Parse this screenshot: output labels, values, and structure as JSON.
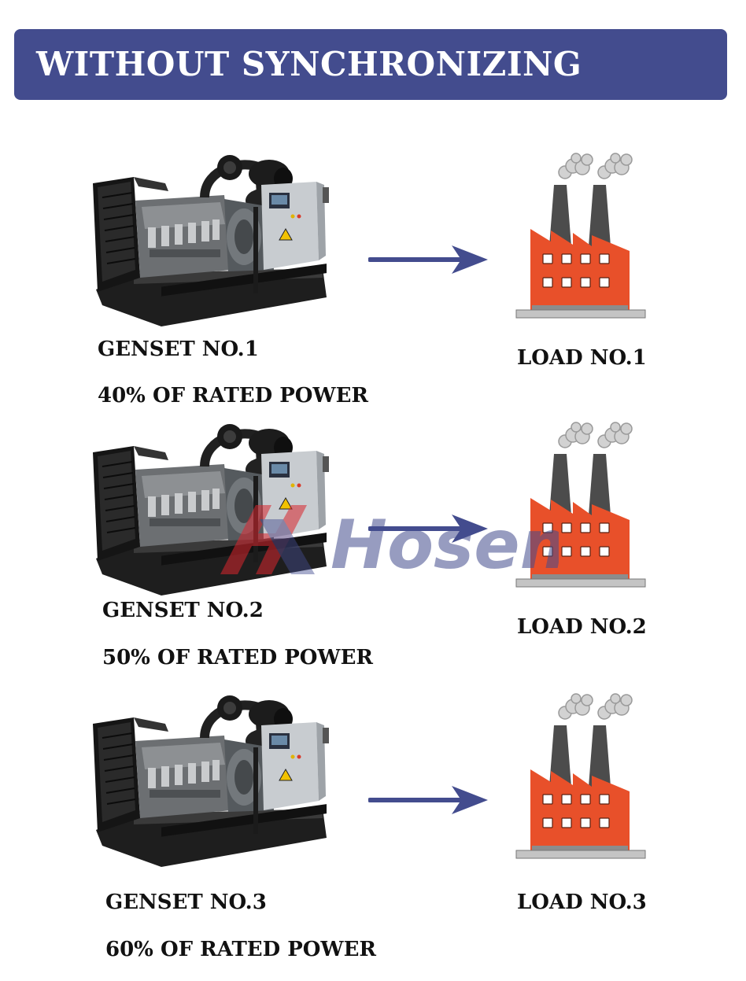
{
  "header": {
    "title": "WITHOUT SYNCHRONIZING",
    "background_color": "#434c8e"
  },
  "rows": [
    {
      "genset_label": "GENSET NO.1",
      "power_label": "40% OF RATED POWER",
      "load_label": "LOAD NO.1"
    },
    {
      "genset_label": "GENSET NO.2",
      "power_label": "50% OF RATED POWER",
      "load_label": "LOAD NO.2"
    },
    {
      "genset_label": "GENSET NO.3",
      "power_label": "60% OF RATED POWER",
      "load_label": "LOAD NO.3"
    }
  ],
  "watermark": {
    "text": "Hosem",
    "logo_color": "#d9262e",
    "text_color": "#434c8e"
  },
  "colors": {
    "arrow": "#434c8e",
    "factory_body": "#e8502a",
    "chimney": "#4a4a4a",
    "smoke": "#c9c9c9",
    "base": "#b8b8b8"
  },
  "icons": {
    "genset": "diesel-generator-icon",
    "arrow": "arrow-right-icon",
    "load": "factory-icon"
  }
}
